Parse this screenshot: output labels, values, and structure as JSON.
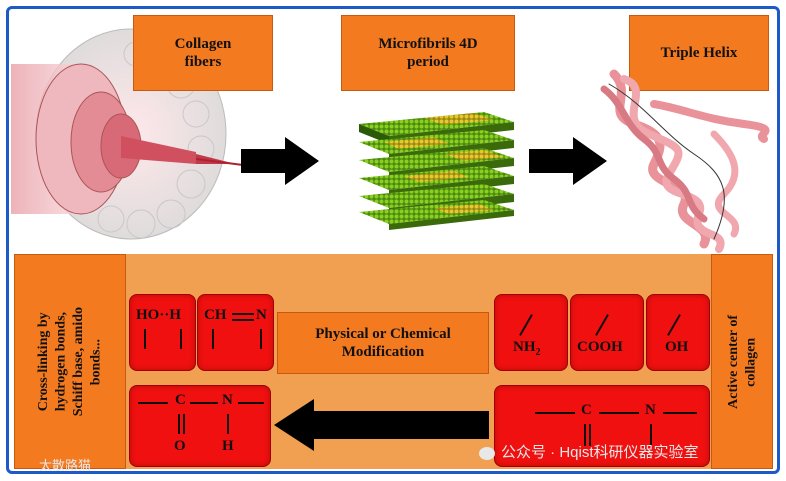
{
  "labels": {
    "collagen_fibers": [
      "Collagen",
      "fibers"
    ],
    "microfibrils": [
      "Microfibrils 4D",
      "period"
    ],
    "triple_helix": "Triple Helix",
    "modification": [
      "Physical or Chemical",
      "Modification"
    ],
    "left_side": [
      "Cross-linking by",
      "hydrogen bonds,",
      "Schiff base, amido",
      "bonds..."
    ],
    "right_side": [
      "Active center of",
      "collagen"
    ]
  },
  "chem": {
    "ho_h": "HO··H",
    "ch_n_c": "CH",
    "ch_n_n": "N",
    "nh2": "NH",
    "nh2_sub": "2",
    "cooh": "COOH",
    "oh": "OH",
    "amide_c": "C",
    "amide_n": "N",
    "amide_o": "O",
    "amide_h": "H",
    "right_c": "C",
    "right_n": "N"
  },
  "watermark": {
    "left": "太散路猫",
    "right": "公众号 · Hqist科研仪器实验室"
  },
  "colors": {
    "frame": "#1c5ac8",
    "label": "#f47a20",
    "red_box": "#f01010",
    "arrow": "#000000"
  }
}
